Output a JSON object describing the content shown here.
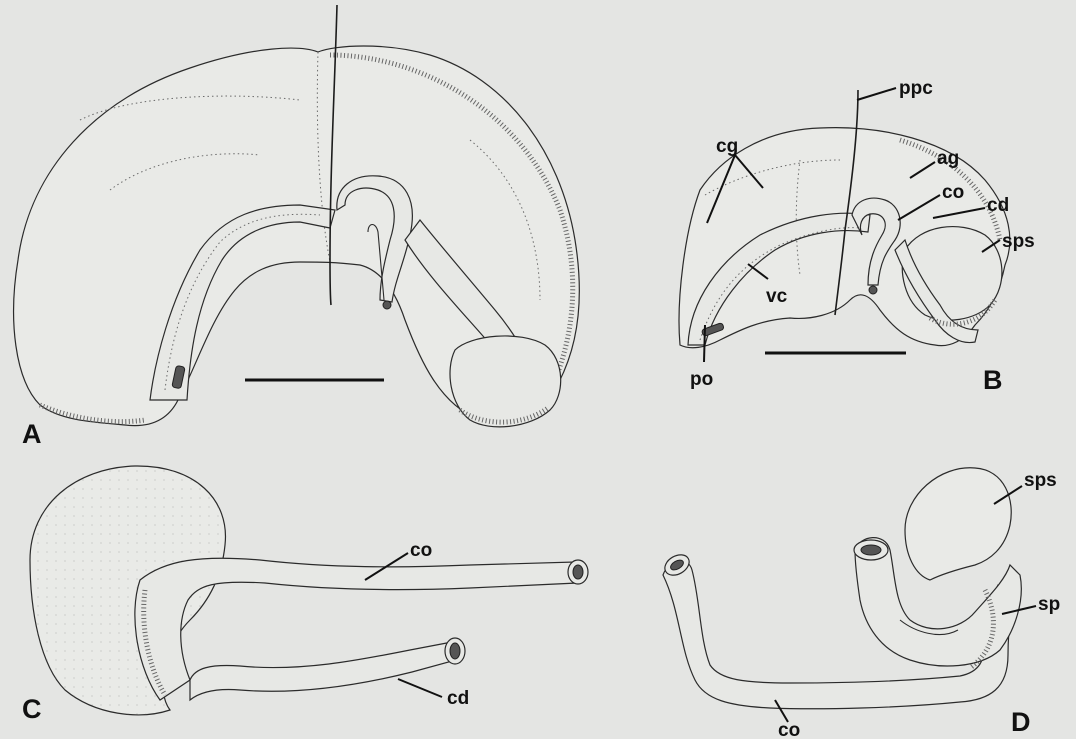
{
  "panels": {
    "A": {
      "letter": "A"
    },
    "B": {
      "letter": "B",
      "labels": {
        "cg": "cg",
        "ppc": "ppc",
        "ag": "ag",
        "co": "co",
        "cd": "cd",
        "sps": "sps",
        "vc": "vc",
        "po": "po"
      }
    },
    "C": {
      "letter": "C",
      "labels": {
        "co": "co",
        "cd": "cd"
      }
    },
    "D": {
      "letter": "D",
      "labels": {
        "sps": "sps",
        "sp": "sp",
        "co": "co"
      }
    }
  },
  "colors": {
    "background": "#e4e5e3",
    "ink": "#111111",
    "stipple": "#666666"
  }
}
